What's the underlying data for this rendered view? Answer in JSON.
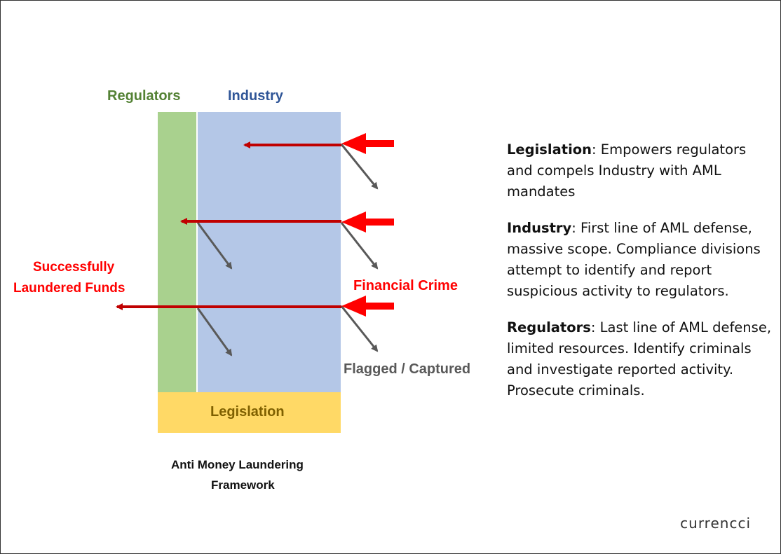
{
  "diagram": {
    "regulators_label": "Regulators",
    "industry_label": "Industry",
    "legislation_label": "Legislation",
    "successful_label_line1": "Successfully",
    "successful_label_line2": "Laundered Funds",
    "financial_crime_label": "Financial Crime",
    "flagged_label": "Flagged / Captured",
    "caption_line1": "Anti Money Laundering",
    "caption_line2": "Framework",
    "colors": {
      "regulators": "#a9d18e",
      "industry": "#b4c7e7",
      "legislation": "#ffd966",
      "regulators_text": "#548235",
      "industry_text": "#2f5597",
      "legislation_text": "#7f6000",
      "crime": "#ff0000",
      "flow": "#c00000",
      "flagged": "#595959"
    }
  },
  "descriptions": [
    {
      "term": "Legislation",
      "text": ": Empowers regulators and compels Industry with AML mandates"
    },
    {
      "term": "Industry",
      "text": ": First line of AML defense, massive scope. Compliance divisions attempt to identify and report suspicious activity to regulators."
    },
    {
      "term": "Regulators",
      "text": ": Last line of AML defense, limited resources. Identify criminals and investigate reported activity. Prosecute criminals."
    }
  ],
  "brand": "currencci"
}
